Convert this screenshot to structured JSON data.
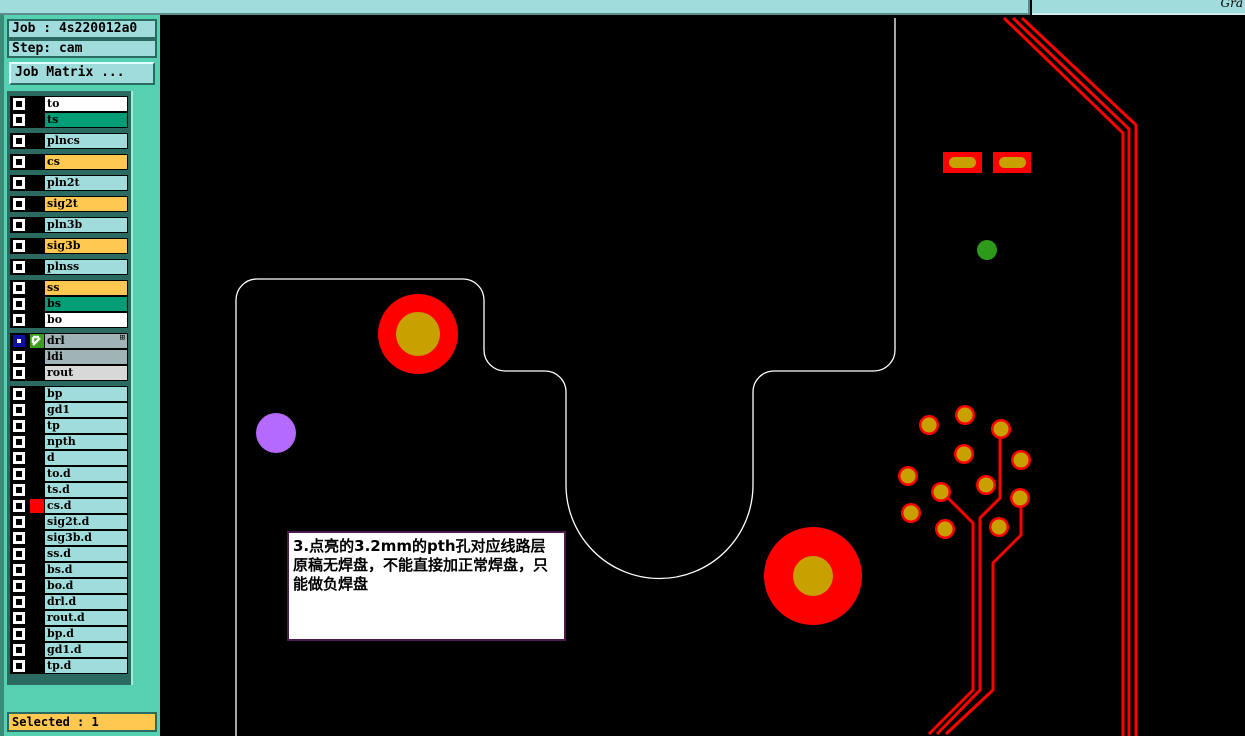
{
  "topbar": {
    "right_text": "Gra"
  },
  "panel": {
    "job_label": "Job : 4s220012a0",
    "step_label": "Step: cam",
    "job_matrix_button": "Job Matrix ...",
    "selected_label": "Selected : 1"
  },
  "colors": {
    "board": "#ffffff",
    "copper": "#ff0000",
    "pad": "#c8a000",
    "drill_purple": "#b469ff",
    "drill_green": "#2e9a1a",
    "panel": "#55d0b0"
  },
  "layer_groups": [
    [
      {
        "name": "to",
        "color": "#ffffff"
      },
      {
        "name": "ts",
        "color": "#009d77"
      }
    ],
    [
      {
        "name": "plncs",
        "color": "#a0dcdc"
      }
    ],
    [
      {
        "name": "cs",
        "color": "#ffc850"
      }
    ],
    [
      {
        "name": "pln2t",
        "color": "#a0dcdc"
      }
    ],
    [
      {
        "name": "sig2t",
        "color": "#ffc850"
      }
    ],
    [
      {
        "name": "pln3b",
        "color": "#a0dcdc"
      }
    ],
    [
      {
        "name": "sig3b",
        "color": "#ffc850"
      }
    ],
    [
      {
        "name": "plnss",
        "color": "#a0dcdc"
      }
    ],
    [
      {
        "name": "ss",
        "color": "#ffc850"
      },
      {
        "name": "bs",
        "color": "#009d77"
      },
      {
        "name": "bo",
        "color": "#ffffff"
      }
    ],
    [
      {
        "name": "drl",
        "color": "#a0b4b8",
        "selected": true,
        "expand": "⊞"
      },
      {
        "name": "ldi",
        "color": "#a0b4b8"
      },
      {
        "name": "rout",
        "color": "#d8d8d8"
      }
    ],
    [
      {
        "name": "bp",
        "color": "#a0dcdc"
      },
      {
        "name": "gd1",
        "color": "#a0dcdc"
      },
      {
        "name": "tp",
        "color": "#a0dcdc"
      },
      {
        "name": "npth",
        "color": "#a0dcdc"
      },
      {
        "name": "d",
        "color": "#a0dcdc"
      },
      {
        "name": "to.d",
        "color": "#a0dcdc"
      },
      {
        "name": "ts.d",
        "color": "#a0dcdc"
      },
      {
        "name": "cs.d",
        "color": "#a0dcdc",
        "marked": true
      },
      {
        "name": "sig2t.d",
        "color": "#a0dcdc"
      },
      {
        "name": "sig3b.d",
        "color": "#a0dcdc"
      },
      {
        "name": "ss.d",
        "color": "#a0dcdc"
      },
      {
        "name": "bs.d",
        "color": "#a0dcdc"
      },
      {
        "name": "bo.d",
        "color": "#a0dcdc"
      },
      {
        "name": "drl.d",
        "color": "#a0dcdc"
      },
      {
        "name": "rout.d",
        "color": "#a0dcdc"
      },
      {
        "name": "bp.d",
        "color": "#a0dcdc"
      },
      {
        "name": "gd1.d",
        "color": "#a0dcdc"
      },
      {
        "name": "tp.d",
        "color": "#a0dcdc"
      }
    ]
  ],
  "annotation": {
    "text": "3.点亮的3.2mm的pth孔对应线路层原稿无焊盘，不能直接加正常焊盘，只能做负焊盘"
  }
}
